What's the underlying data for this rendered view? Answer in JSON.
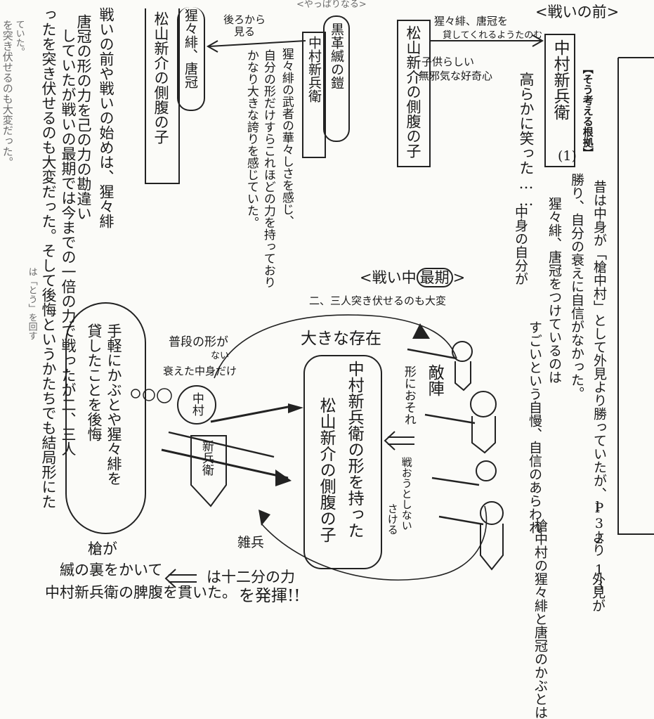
{
  "left_notes": {
    "far_left_col1": "を突き伏せるのも大変だった。",
    "far_left_col2": "ていた。",
    "far_left_col3": "は「とう」を回す",
    "col1": "戦いの前や戦いの始めは、猩々緋",
    "col2": "唐冠の形の力を己の力の勘違い",
    "col3": "していたが戦いの最期では今までの一倍の力で戦ったが二、三人",
    "col4": "ったを突き伏せるのも大変だった。そして後悔というかたちでも結局形にた"
  },
  "regret_bubble": {
    "col1": "手軽にかぶとや猩々緋を",
    "col2": "貸したことを後悔"
  },
  "top_left": {
    "boxed_label": "松山新介の側腹の子",
    "item_label": "猩々緋、唐冠",
    "arrow_label": "後ろから見る"
  },
  "top_center": {
    "armor_label": "黒革縅の鎧",
    "boxed_label": "中村新兵衛",
    "desc_col1": "猩々緋の武者の華々しさを感じ、",
    "desc_col2": "自分の形だけすらこれほどの力を持っており",
    "desc_col3": "かなり大きな誇りを感じていた。",
    "top_partial": "<やっぱりなる>"
  },
  "top_right": {
    "header": "<戦いの前>",
    "boxed_left": "松山新介の側腹の子",
    "arrow_label_1": "猩々緋、唐冠を",
    "arrow_label_2": "貸してくれるようたのむ",
    "sub_label_1": "子供らしい",
    "sub_label_2": "無邪気な好奇心",
    "boxed_right": "中村新兵衛",
    "laugh": "高らかに笑った……",
    "reason_col1": "中身の自分が",
    "reason_col2": "すごいという自慢、自信のあらわれ"
  },
  "basis_panel": {
    "title": "【そう考える根拠】",
    "col1": "昔は中身が「槍中村」として外見より勝っていたが、P32 13",
    "col2": "l より 外見が",
    "col3": "勝り、自分の衰えに自信がなかった。",
    "bracket_note": "(1)",
    "col4": "猩々緋、唐冠をつけているのは",
    "col5": "槍中村の猩々緋と唐冠のかぶとは"
  },
  "battle": {
    "header": "<戦い中",
    "header_circled": "最期",
    "header_end": ">",
    "note_top": "二、三人突き伏せるのも大変",
    "usual_label_1": "普段の形が",
    "usual_label_2": "ない",
    "usual_label_3": "衰えた中身だけ",
    "nakamura_bubble": "中村",
    "figure_label": "新兵衛",
    "big_presence": "大きな存在",
    "presence_col1": "中村新兵衛の形を持った",
    "presence_col2": "松山新介の側腹の子",
    "fear_label": "形におそれ",
    "no_fight_label": "戦おうとしない",
    "avoid_label": "さける",
    "enemy_label": "敵陣",
    "zohei": "雑兵",
    "bottom_1": "槍が",
    "bottom_2": "縅の裏をかいて",
    "bottom_3": "中村新兵衛の脾腹を貫いた。",
    "bottom_power": "は十二分の力",
    "bottom_power_2": "を発揮!!"
  }
}
